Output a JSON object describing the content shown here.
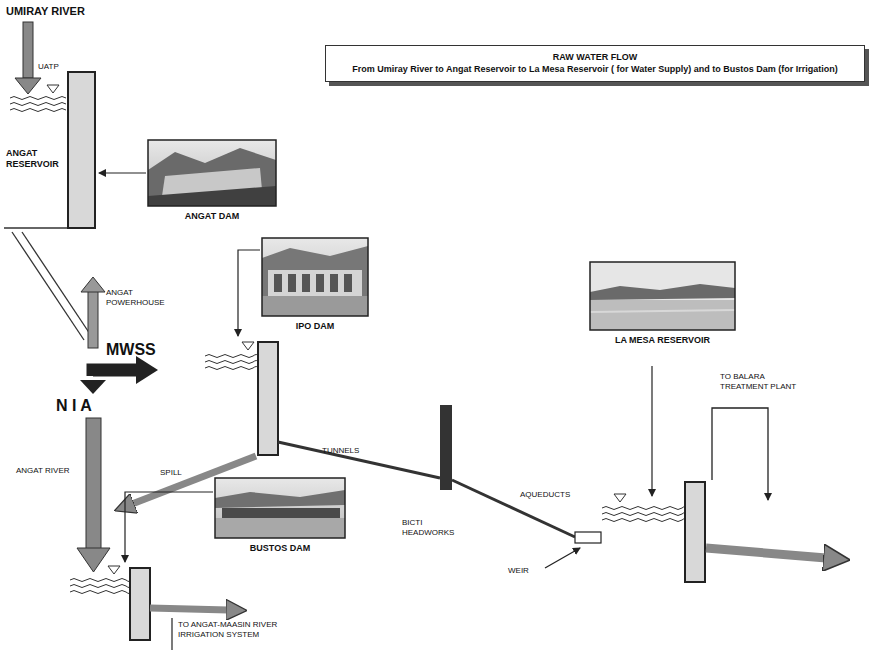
{
  "diagram": {
    "nodes": [
      {
        "text": [
          "RAW WATER FLOW",
          "From Umiray River to Angat Reservoir to La Mesa Reservoir ( for Water Supply) and to Bustos Dam (for Irrigation)"
        ]
      },
      {
        "text": [
          "ANGAT DAM"
        ]
      },
      {
        "text": [
          "IPO DAM"
        ]
      },
      {
        "text": [
          "LA MESA RESERVOIR"
        ]
      },
      {
        "text": [
          "BUSTOS DAM"
        ]
      }
    ],
    "labels": [
      "UMIRAY RIVER",
      "UATP",
      "ANGAT RESERVOIR",
      "ANGAT POWERHOUSE",
      "MWSS",
      "N I A",
      "TUNNELS",
      "BICTI HEADWORKS",
      "AQUEDUCTS",
      "TO BALARA TREATMENT PLANT",
      "SPILL",
      "ANGAT RIVER",
      "WEIR",
      "TO ANGAT-MAASIN RIVER IRRIGATION SYSTEM"
    ]
  }
}
